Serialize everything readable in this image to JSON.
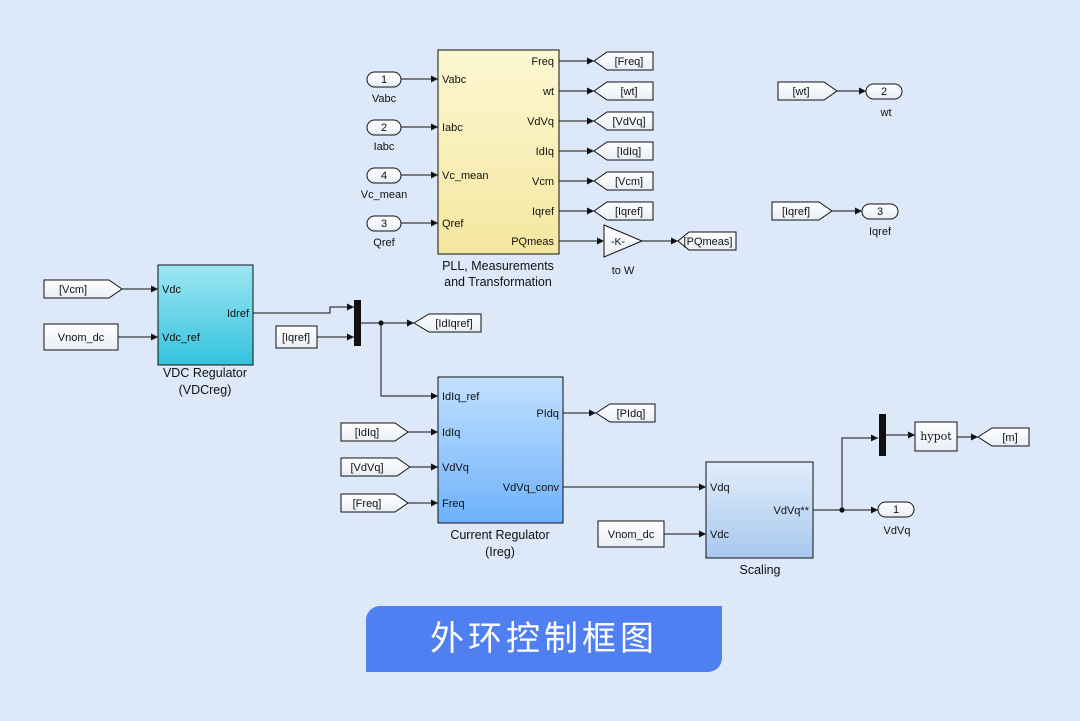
{
  "title": "外环控制框图",
  "colors": {
    "background": "#dde8f8",
    "banner": "#4f7ff0",
    "pll_block": "#fbf3bf",
    "vdc_block": "#54cfe6",
    "ireg_block": "#8fc5ff",
    "scaling_block": "#c7ddf8"
  },
  "inports": [
    {
      "num": "1",
      "name": "Vabc"
    },
    {
      "num": "2",
      "name": "Iabc"
    },
    {
      "num": "4",
      "name": "Vc_mean"
    },
    {
      "num": "3",
      "name": "Qref"
    }
  ],
  "outports": [
    {
      "num": "2",
      "name": "wt"
    },
    {
      "num": "3",
      "name": "Iqref"
    },
    {
      "num": "1",
      "name": "VdVq"
    }
  ],
  "pll": {
    "inputs": [
      "Vabc",
      "Iabc",
      "Vc_mean",
      "Qref"
    ],
    "outputs": [
      "Freq",
      "wt",
      "VdVq",
      "IdIq",
      "Vcm",
      "Iqref",
      "PQmeas"
    ],
    "caption_line1": "PLL, Measurements",
    "caption_line2": "and Transformation"
  },
  "goto_tags": [
    "[Freq]",
    "[wt]",
    "[VdVq]",
    "[IdIq]",
    "[Vcm]",
    "[Iqref]",
    "[PQmeas]",
    "[IdIqref]",
    "[PIdq]",
    "[m]"
  ],
  "from_tags": {
    "wt": "[wt]",
    "iqref_right": "[Iqref]",
    "vcm": "[Vcm]",
    "vnom_dc": "Vnom_dc",
    "iqref_mux": "[Iqref]",
    "idiq": "[IdIq]",
    "vdvq": "[VdVq]",
    "freq": "[Freq]",
    "vnom_dc_2": "Vnom_dc"
  },
  "gain": {
    "label": "-K-",
    "caption": "to W"
  },
  "vdc": {
    "inputs": [
      "Vdc",
      "Vdc_ref"
    ],
    "output": "Idref",
    "caption_line1": "VDC Regulator",
    "caption_line2": "(VDCreg)"
  },
  "ireg": {
    "inputs": [
      "IdIq_ref",
      "IdIq",
      "VdVq",
      "Freq"
    ],
    "outputs": [
      "PIdq",
      "VdVq_conv"
    ],
    "caption_line1": "Current Regulator",
    "caption_line2": "(Ireg)"
  },
  "scaling": {
    "inputs": [
      "Vdq",
      "Vdc"
    ],
    "output": "VdVq**",
    "caption": "Scaling"
  },
  "hypot": {
    "label": "hypot"
  }
}
